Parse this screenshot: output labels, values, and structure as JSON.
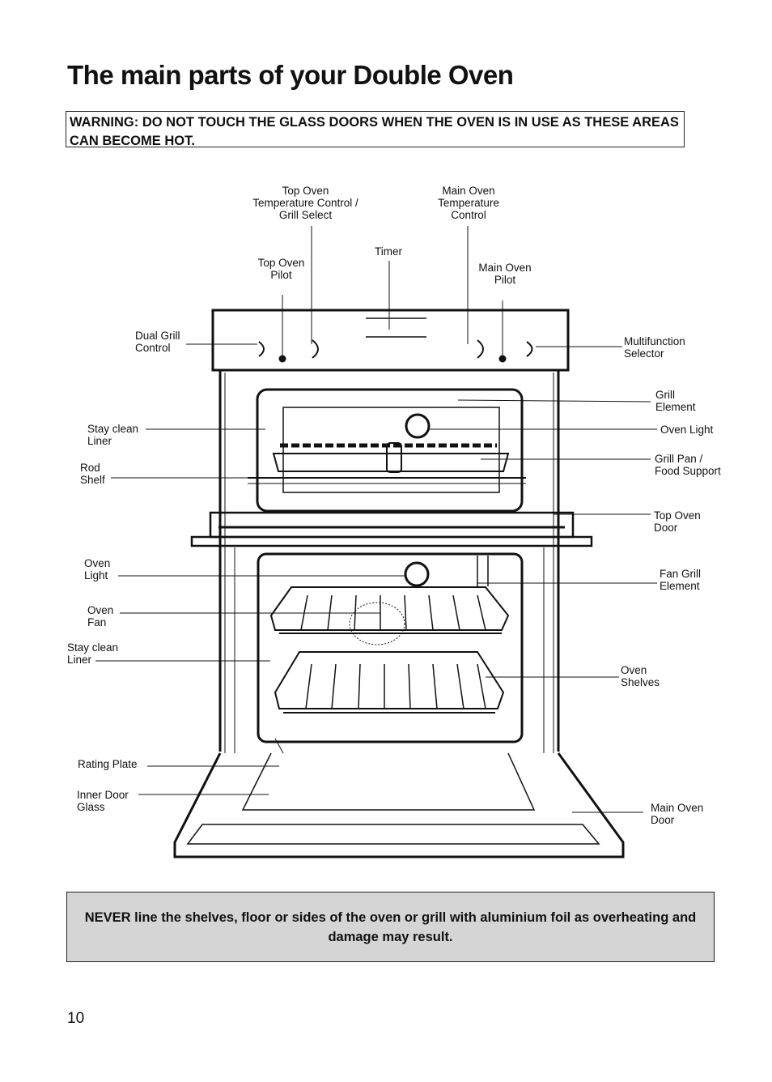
{
  "page": {
    "title": "The main parts of your Double Oven",
    "warning": "WARNING: DO NOT TOUCH THE GLASS DOORS WHEN THE OVEN IS IN USE AS THESE AREAS CAN BECOME HOT.",
    "notice": "NEVER line the shelves, floor or sides of the oven or grill with aluminium foil as overheating and damage may result.",
    "page_number": "10"
  },
  "labels": {
    "top_oven_temp": "Top Oven\nTemperature Control /\nGrill Select",
    "main_oven_temp": "Main Oven\nTemperature\nControl",
    "timer": "Timer",
    "top_oven_pilot": "Top Oven\nPilot",
    "main_oven_pilot": "Main Oven\nPilot",
    "dual_grill": "Dual Grill\nControl",
    "multifunction": "Multifunction\nSelector",
    "grill_element": "Grill\nElement",
    "oven_light_top": "Oven Light",
    "stay_clean_top": "Stay clean\nLiner",
    "rod_shelf": "Rod\nShelf",
    "grill_pan": "Grill Pan /\nFood Support",
    "top_oven_door": "Top Oven\nDoor",
    "oven_light_main": "Oven\nLight",
    "fan_grill": "Fan Grill\nElement",
    "oven_fan": "Oven\nFan",
    "stay_clean_main": "Stay clean\nLiner",
    "oven_shelves": "Oven\nShelves",
    "rating_plate": "Rating Plate",
    "inner_door_glass": "Inner Door\nGlass",
    "main_oven_door": "Main Oven\nDoor"
  }
}
